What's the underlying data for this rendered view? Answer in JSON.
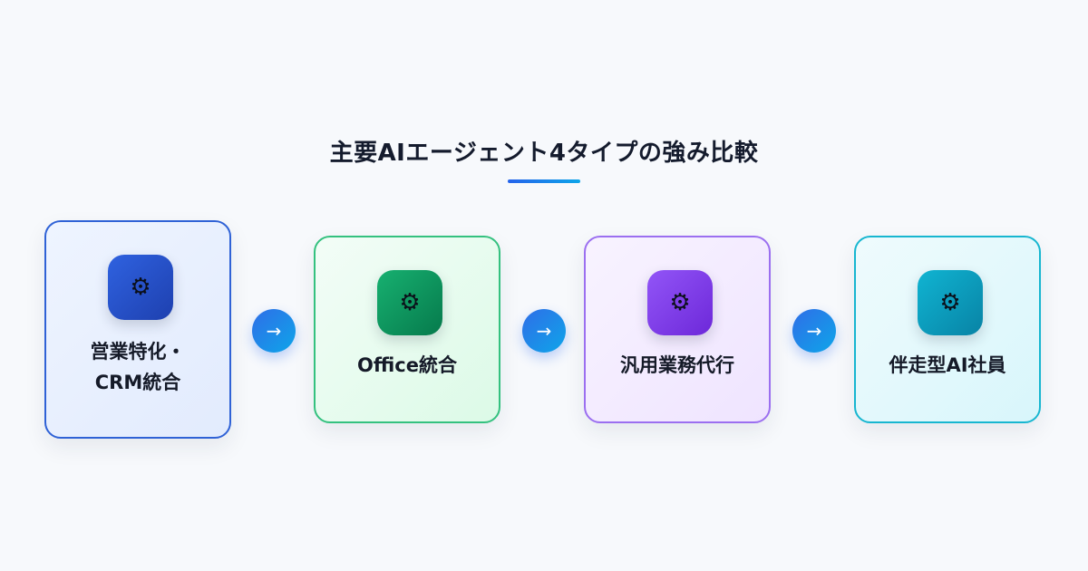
{
  "title": "主要AIエージェント4タイプの強み比較",
  "colors": {
    "accent": "#2563eb",
    "card_1": "#2f62d6",
    "card_2": "#34c17f",
    "card_3": "#9b6ff0",
    "card_4": "#17b6d0"
  },
  "cards": [
    {
      "icon": "gear-icon",
      "glyph": "⚙",
      "label_line1": "営業特化・",
      "label_line2": "CRM統合"
    },
    {
      "icon": "gear-icon",
      "glyph": "⚙",
      "label": "Office統合"
    },
    {
      "icon": "gear-icon",
      "glyph": "⚙",
      "label": "汎用業務代行"
    },
    {
      "icon": "gear-icon",
      "glyph": "⚙",
      "label": "伴走型AI社員"
    }
  ],
  "arrows": [
    {
      "icon": "arrow-right-icon",
      "glyph": "→"
    },
    {
      "icon": "arrow-right-icon",
      "glyph": "→"
    },
    {
      "icon": "arrow-right-icon",
      "glyph": "→"
    }
  ]
}
